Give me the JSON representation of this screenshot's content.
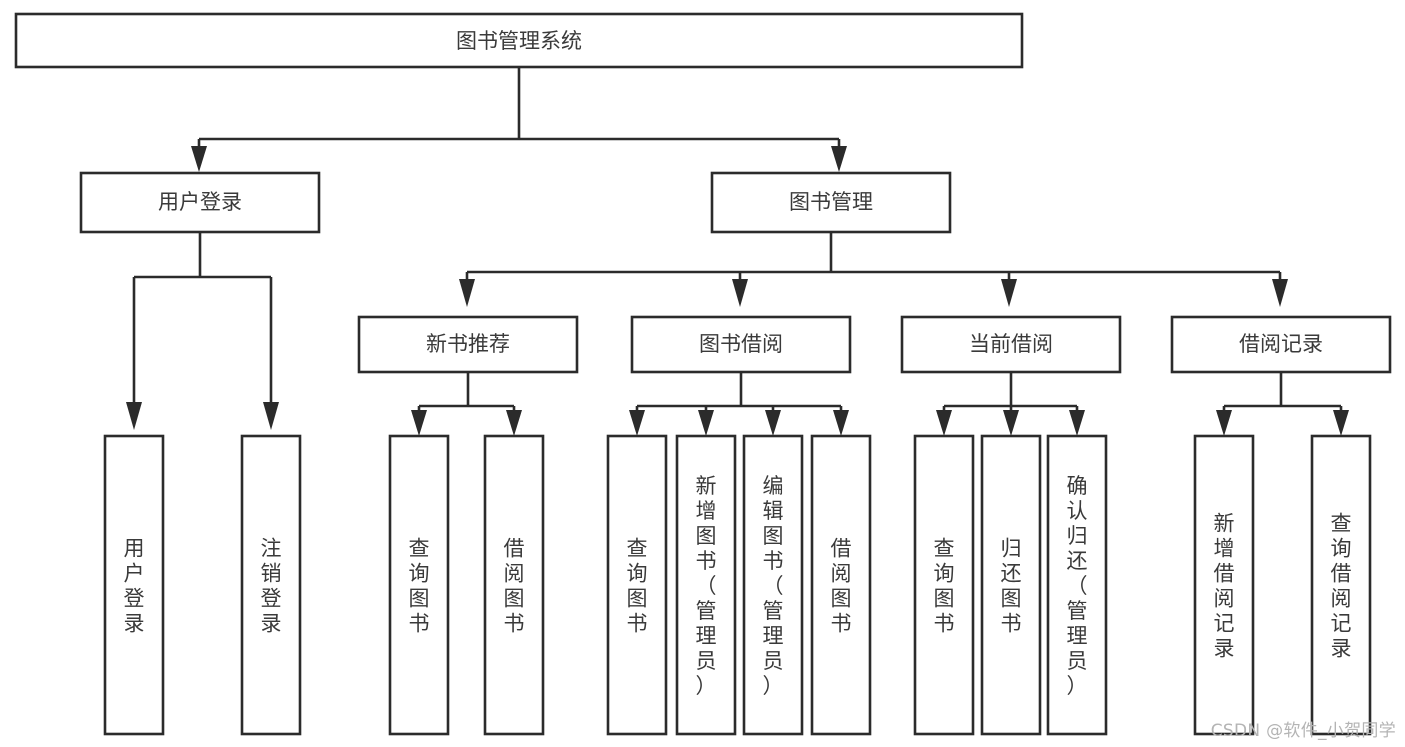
{
  "diagram": {
    "title": "图书管理系统",
    "watermark": "CSDN @软件_小贺同学",
    "colors": {
      "background": "#ffffff",
      "stroke": "#2b2b2b",
      "box_fill": "#ffffff",
      "text": "#3a3a3a",
      "watermark": "#b4b4b4"
    },
    "root": {
      "label": "图书管理系统"
    },
    "level2": [
      {
        "label": "用户登录"
      },
      {
        "label": "图书管理"
      }
    ],
    "level3": [
      {
        "label": "新书推荐"
      },
      {
        "label": "图书借阅"
      },
      {
        "label": "当前借阅"
      },
      {
        "label": "借阅记录"
      }
    ],
    "leaves": {
      "user_login": [
        {
          "label": "用户登录"
        },
        {
          "label": "注销登录"
        }
      ],
      "new_book_recommend": [
        {
          "label": "查询图书"
        },
        {
          "label": "借阅图书"
        }
      ],
      "book_borrow": [
        {
          "label": "查询图书"
        },
        {
          "label": "新增图书（管理员）"
        },
        {
          "label": "编辑图书（管理员）"
        },
        {
          "label": "借阅图书"
        }
      ],
      "current_borrow": [
        {
          "label": "查询图书"
        },
        {
          "label": "归还图书"
        },
        {
          "label": "确认归还（管理员）"
        }
      ],
      "borrow_record": [
        {
          "label": "新增借阅记录"
        },
        {
          "label": "查询借阅记录"
        }
      ]
    }
  }
}
